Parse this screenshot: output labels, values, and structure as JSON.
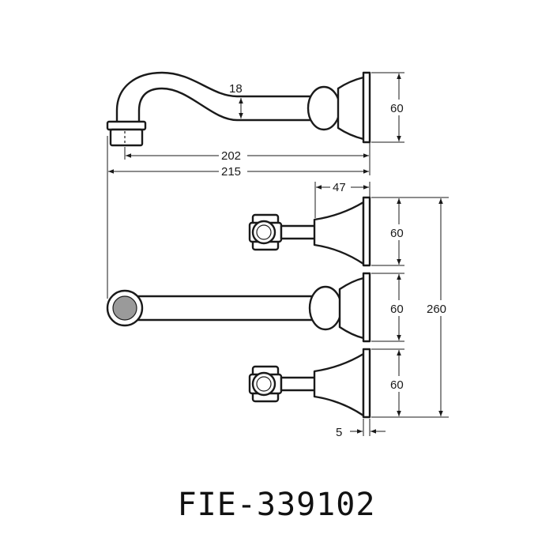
{
  "dimensions": {
    "spout_diameter": "18",
    "spout_backplate_height": "60",
    "spout_reach_short": "202",
    "spout_reach_long": "215",
    "handle_depth": "47",
    "upper_handle_plate": "60",
    "middle_plate": "60",
    "lower_handle_plate": "60",
    "overall_height": "260",
    "plate_thickness": "5"
  },
  "product_code": "FIE-339102",
  "colors": {
    "line": "#1a1a1a",
    "outlet_fill": "#9a9a9a",
    "background": "#ffffff"
  }
}
